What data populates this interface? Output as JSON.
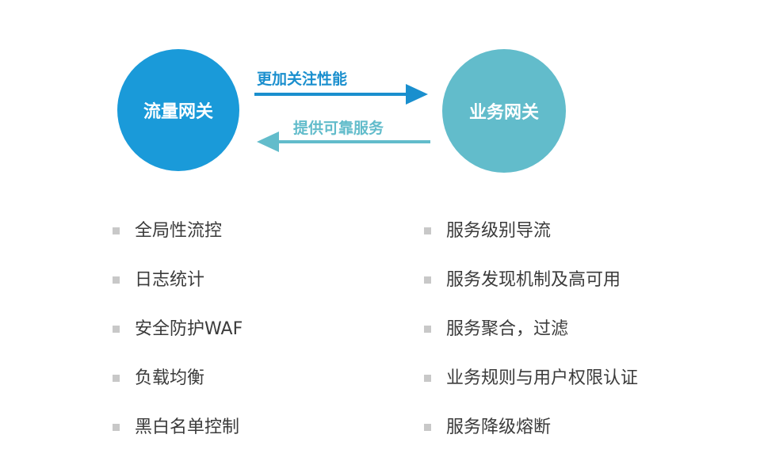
{
  "diagram": {
    "left_node": {
      "label": "流量网关",
      "color": "#1a9ad9"
    },
    "right_node": {
      "label": "业务网关",
      "color": "#62bccb"
    },
    "arrow_forward": {
      "label": "更加关注性能",
      "color": "#1a8fce",
      "direction": "left-to-right"
    },
    "arrow_backward": {
      "label": "提供可靠服务",
      "color": "#62bccb",
      "direction": "right-to-left"
    }
  },
  "left_list": {
    "items": [
      "全局性流控",
      "日志统计",
      "安全防护WAF",
      "负载均衡",
      "黑白名单控制"
    ]
  },
  "right_list": {
    "items": [
      "服务级别导流",
      "服务发现机制及高可用",
      "服务聚合，过滤",
      "业务规则与用户权限认证",
      "服务降级熔断"
    ]
  },
  "colors": {
    "bullet": "#c8c8c8",
    "text": "#3b3b3b",
    "background": "#ffffff"
  }
}
